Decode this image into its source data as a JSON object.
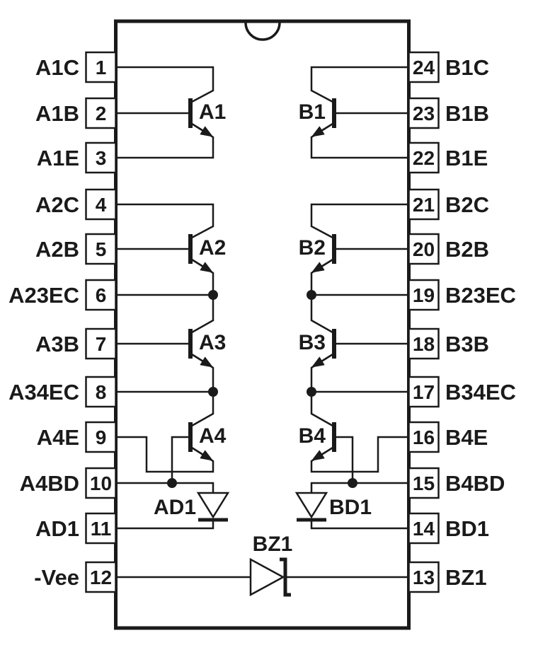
{
  "pins": {
    "left": [
      {
        "number": "1",
        "label": "A1C"
      },
      {
        "number": "2",
        "label": "A1B"
      },
      {
        "number": "3",
        "label": "A1E"
      },
      {
        "number": "4",
        "label": "A2C"
      },
      {
        "number": "5",
        "label": "A2B"
      },
      {
        "number": "6",
        "label": "A23EC"
      },
      {
        "number": "7",
        "label": "A3B"
      },
      {
        "number": "8",
        "label": "A34EC"
      },
      {
        "number": "9",
        "label": "A4E"
      },
      {
        "number": "10",
        "label": "A4BD"
      },
      {
        "number": "11",
        "label": "AD1"
      },
      {
        "number": "12",
        "label": "-Vee"
      }
    ],
    "right": [
      {
        "number": "24",
        "label": "B1C"
      },
      {
        "number": "23",
        "label": "B1B"
      },
      {
        "number": "22",
        "label": "B1E"
      },
      {
        "number": "21",
        "label": "B2C"
      },
      {
        "number": "20",
        "label": "B2B"
      },
      {
        "number": "19",
        "label": "B23EC"
      },
      {
        "number": "18",
        "label": "B3B"
      },
      {
        "number": "17",
        "label": "B34EC"
      },
      {
        "number": "16",
        "label": "B4E"
      },
      {
        "number": "15",
        "label": "B4BD"
      },
      {
        "number": "14",
        "label": "BD1"
      },
      {
        "number": "13",
        "label": "BZ1"
      }
    ]
  },
  "components": {
    "transistors": {
      "a1": "A1",
      "a2": "A2",
      "a3": "A3",
      "a4": "A4",
      "b1": "B1",
      "b2": "B2",
      "b3": "B3",
      "b4": "B4"
    },
    "diodes": {
      "ad1": "AD1",
      "bd1": "BD1",
      "bz1": "BZ1"
    }
  },
  "colors": {
    "ink": "#1a1a1a",
    "background": "#ffffff"
  }
}
